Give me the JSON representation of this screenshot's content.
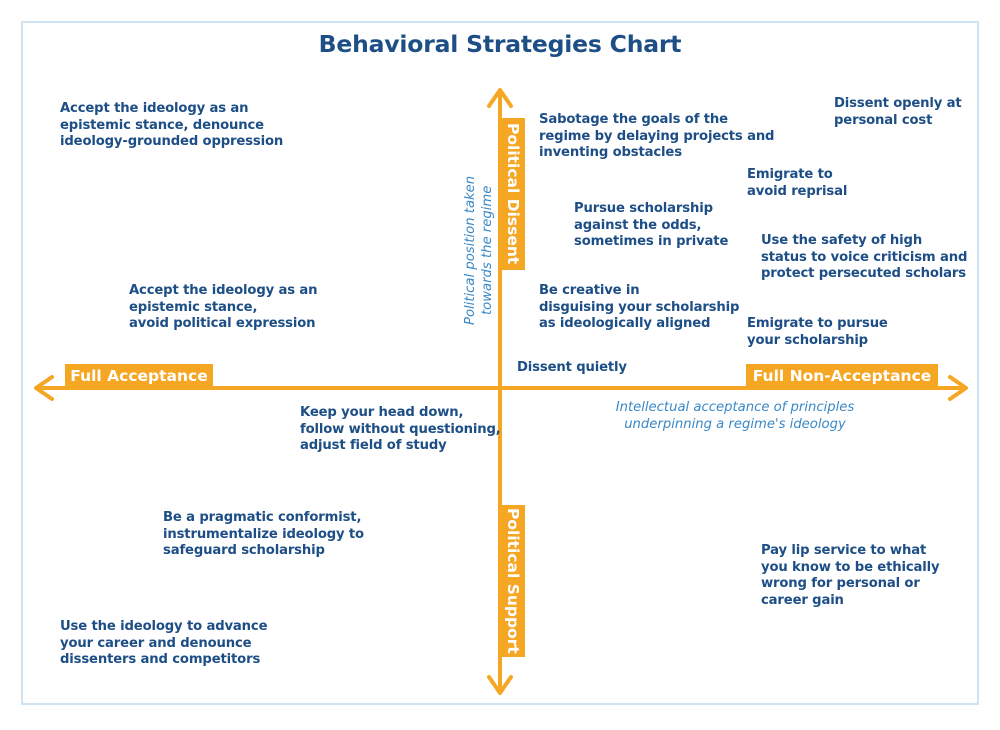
{
  "title": "Behavioral Strategies Chart",
  "axes": {
    "left": "Full Acceptance",
    "right": "Full Non-Acceptance",
    "top": "Political Dissent",
    "bottom": "Political Support",
    "x_caption": [
      "Intellectual acceptance of principles",
      "underpinning a regime's ideology"
    ],
    "y_caption": [
      "Political position taken",
      "towards the regime"
    ]
  },
  "colors": {
    "accent": "#f5a623",
    "text": "#1d4e86",
    "caption": "#3a88c6",
    "frame": "#cfe3f1"
  },
  "strategies": [
    {
      "id": "accept-denounce-oppression",
      "lines": [
        "Accept the ideology as an",
        "epistemic stance, denounce",
        "ideology-grounded oppression"
      ]
    },
    {
      "id": "sabotage",
      "lines": [
        "Sabotage the goals of the",
        "regime by delaying projects and",
        "inventing obstacles"
      ]
    },
    {
      "id": "dissent-openly",
      "lines": [
        "Dissent openly at",
        "personal cost"
      ]
    },
    {
      "id": "emigrate-avoid-reprisal",
      "lines": [
        "Emigrate to",
        "avoid reprisal"
      ]
    },
    {
      "id": "pursue-scholarship",
      "lines": [
        "Pursue scholarship",
        "against the odds,",
        "sometimes in private"
      ]
    },
    {
      "id": "safety-high-status",
      "lines": [
        "Use the safety of high",
        "status to voice criticism and",
        "protect persecuted scholars"
      ]
    },
    {
      "id": "accept-avoid-expression",
      "lines": [
        "Accept the ideology as an",
        "epistemic stance,",
        "avoid political expression"
      ]
    },
    {
      "id": "be-creative",
      "lines": [
        "Be creative in",
        "disguising your scholarship",
        "as ideologically aligned"
      ]
    },
    {
      "id": "emigrate-pursue",
      "lines": [
        "Emigrate to pursue",
        "your scholarship"
      ]
    },
    {
      "id": "dissent-quietly",
      "lines": [
        "Dissent quietly"
      ]
    },
    {
      "id": "head-down",
      "lines": [
        "Keep your head down,",
        "follow without questioning,",
        "adjust field of study"
      ]
    },
    {
      "id": "pragmatic-conformist",
      "lines": [
        "Be a pragmatic conformist,",
        "instrumentalize ideology to",
        "safeguard scholarship"
      ]
    },
    {
      "id": "lip-service",
      "lines": [
        "Pay lip service to what",
        "you know to be ethically",
        "wrong for personal or",
        "career gain"
      ]
    },
    {
      "id": "advance-career",
      "lines": [
        "Use the ideology to advance",
        "your career and denounce",
        "dissenters and competitors"
      ]
    }
  ]
}
